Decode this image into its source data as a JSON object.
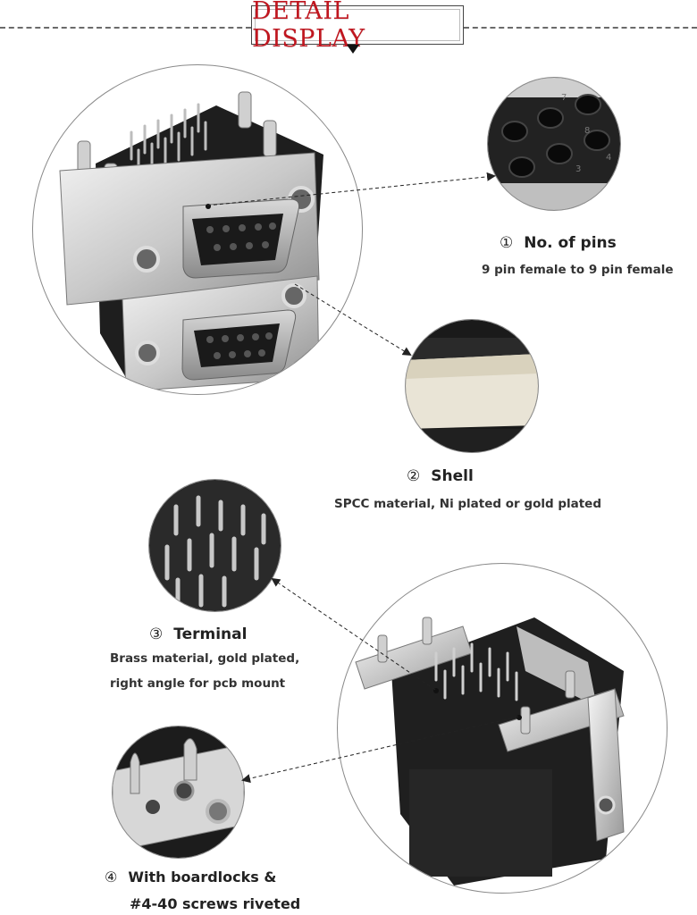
{
  "header": {
    "title": "DETAIL DISPLAY",
    "accent_color": "#c0161f"
  },
  "features": [
    {
      "number": "①",
      "title": "No. of pins",
      "lines": [
        "9 pin female to 9 pin female"
      ]
    },
    {
      "number": "②",
      "title": "Shell",
      "lines": [
        "SPCC material, Ni plated or gold plated"
      ]
    },
    {
      "number": "③",
      "title": "Terminal",
      "lines": [
        "Brass material, gold plated,",
        "right angle for pcb mount"
      ]
    },
    {
      "number": "④",
      "title": "With boardlocks &",
      "lines": [
        "#4-40 screws riveted"
      ]
    }
  ],
  "images": {
    "main_front": "stacked-db9-connector-front-photo",
    "pins_closeup": "pin-numbers-closeup-photo",
    "shell_closeup": "shell-closeup-photo",
    "terminal_closeup": "terminal-pins-closeup-photo",
    "main_back": "connector-rear-photo",
    "boardlock_closeup": "boardlock-closeup-photo"
  }
}
